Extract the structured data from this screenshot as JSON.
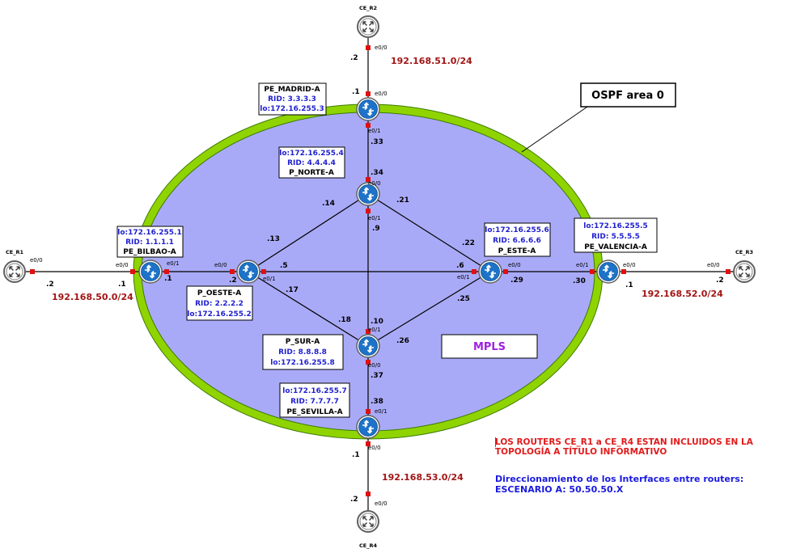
{
  "title_box": "OSPF area 0",
  "mpls_label": "MPLS",
  "notes": {
    "routers_note": "LOS ROUTERS CE_R1 a CE_R4 ESTAN INCLUIDOS EN LA TOPOLOGÍA A TÍTULO INFORMATIVO",
    "addr_line1": "Direccionamiento de los Interfaces entre routers:",
    "addr_line2": "ESCENARIO A: 50.50.50.X"
  },
  "networks": {
    "n51": "192.168.51.0/24",
    "n50": "192.168.50.0/24",
    "n52": "192.168.52.0/24",
    "n53": "192.168.53.0/24"
  },
  "ce_routers": {
    "r1": "CE_R1",
    "r2": "CE_R2",
    "r3": "CE_R3",
    "r4": "CE_R4"
  },
  "routers": {
    "madrid": {
      "name": "PE_MADRID-A",
      "rid": "RID: 3.3.3.3",
      "lo": "lo:172.16.255.3"
    },
    "norte": {
      "name": "P_NORTE-A",
      "rid": "RID: 4.4.4.4",
      "lo": "lo:172.16.255.4"
    },
    "bilbao": {
      "name": "PE_BILBAO-A",
      "rid": "RID: 1.1.1.1",
      "lo": "lo:172.16.255.1"
    },
    "oeste": {
      "name": "P_OESTE-A",
      "rid": "RID: 2.2.2.2",
      "lo": "lo:172.16.255.2"
    },
    "este": {
      "name": "P_ESTE-A",
      "rid": "RID: 6.6.6.6",
      "lo": "lo:172.16.255.6"
    },
    "valencia": {
      "name": "PE_VALENCIA-A",
      "rid": "RID: 5.5.5.5",
      "lo": "lo:172.16.255.5"
    },
    "sur": {
      "name": "P_SUR-A",
      "rid": "RID: 8.8.8.8",
      "lo": "lo:172.16.255.8"
    },
    "sevilla": {
      "name": "PE_SEVILLA-A",
      "rid": "RID: 7.7.7.7",
      "lo": "lo:172.16.255.7"
    }
  },
  "interfaces": {
    "e00": "e0/0",
    "e01": "e0/1"
  },
  "host_ids": {
    "d1": ".1",
    "d2": ".2",
    "d5": ".5",
    "d6": ".6",
    "d9": ".9",
    "d10": ".10",
    "d13": ".13",
    "d14": ".14",
    "d17": ".17",
    "d18": ".18",
    "d21": ".21",
    "d22": ".22",
    "d25": ".25",
    "d26": ".26",
    "d29": ".29",
    "d30": ".30",
    "d33": ".33",
    "d34": ".34",
    "d37": ".37",
    "d38": ".38"
  }
}
